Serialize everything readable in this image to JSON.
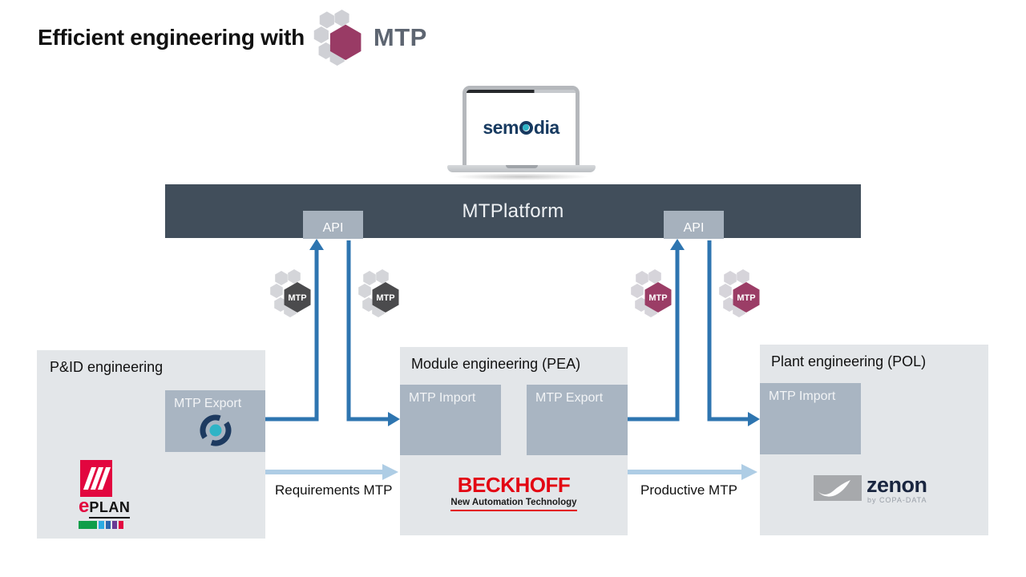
{
  "title": {
    "text": "Efficient engineering with",
    "logo_label": "MTP"
  },
  "laptop": {
    "brand_prefix": "sem",
    "brand_suffix": "dia"
  },
  "platform": {
    "label": "MTPlatform",
    "api_left": "API",
    "api_right": "API"
  },
  "badge": {
    "label": "MTP"
  },
  "sections": {
    "pid": {
      "title": "P&ID engineering",
      "export_label": "MTP Export"
    },
    "module": {
      "title": "Module engineering (PEA)",
      "import_label": "MTP Import",
      "export_label": "MTP Export"
    },
    "plant": {
      "title": "Plant engineering (POL)",
      "import_label": "MTP Import"
    }
  },
  "flows": {
    "requirements_label": "Requirements MTP",
    "productive_label": "Productive MTP"
  },
  "logos": {
    "eplan": {
      "e": "e",
      "plan": "PLAN"
    },
    "beckhoff": {
      "name": "BECKHOFF",
      "tagline": "New Automation Technology"
    },
    "zenon": {
      "name": "zenon",
      "byline": "by COPA-DATA"
    }
  },
  "colors": {
    "arrow_blue": "#2e75b0",
    "arrow_light_blue": "#aecde5",
    "platform_dark": "#414e5b",
    "section_gray": "#e3e6e9",
    "subbox_gray": "#a9b5c2",
    "mtp_dark": "#4b4b4d",
    "mtp_magenta": "#9b3d66"
  }
}
